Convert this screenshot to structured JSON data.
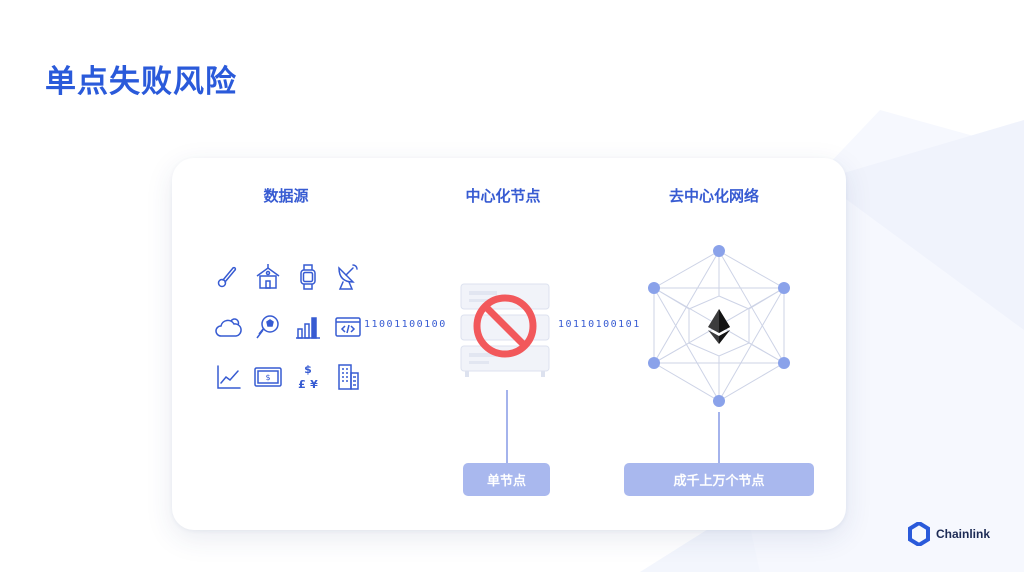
{
  "title": "单点失败风险",
  "columns": {
    "sources": "数据源",
    "central": "中心化节点",
    "network": "去中心化网络"
  },
  "binary": {
    "left": "11001100100",
    "right": "10110100101"
  },
  "labels": {
    "single_node": "单节点",
    "many_nodes": "成千上万个节点"
  },
  "brand": {
    "name": "Chainlink"
  },
  "colors": {
    "title": "#2a5ada",
    "accent": "#375bd2",
    "label_bg": "#a9b8ee",
    "prohibit": "#f2585b",
    "node": "#8aa2ea",
    "server": "#eef0f6"
  },
  "icons": [
    "thermometer-icon",
    "school-icon",
    "smartwatch-icon",
    "satellite-dish-icon",
    "weather-cloud-icon",
    "sports-ball-icon",
    "bar-chart-icon",
    "web-code-icon",
    "line-chart-icon",
    "payment-card-icon",
    "currency-icon",
    "building-icon"
  ]
}
